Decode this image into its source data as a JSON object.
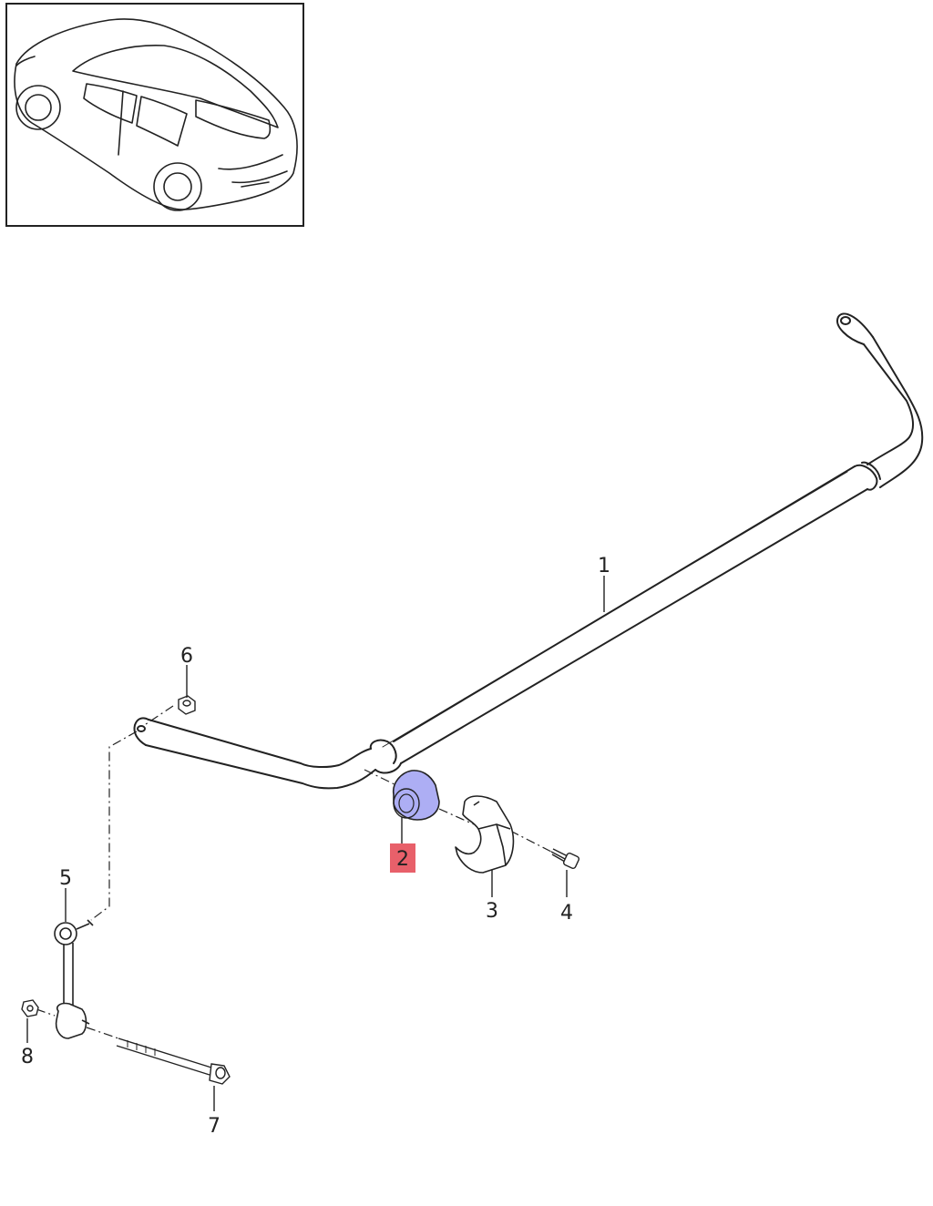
{
  "callouts": [
    {
      "id": "1",
      "label": "1",
      "highlighted": false
    },
    {
      "id": "2",
      "label": "2",
      "highlighted": true
    },
    {
      "id": "3",
      "label": "3",
      "highlighted": false
    },
    {
      "id": "4",
      "label": "4",
      "highlighted": false
    },
    {
      "id": "5",
      "label": "5",
      "highlighted": false
    },
    {
      "id": "6",
      "label": "6",
      "highlighted": false
    },
    {
      "id": "7",
      "label": "7",
      "highlighted": false
    },
    {
      "id": "8",
      "label": "8",
      "highlighted": false
    }
  ],
  "colors": {
    "line": "#222222",
    "highlight_part": "#8a8cf0",
    "highlight_label": "#e8606a",
    "frame": "#222222"
  }
}
